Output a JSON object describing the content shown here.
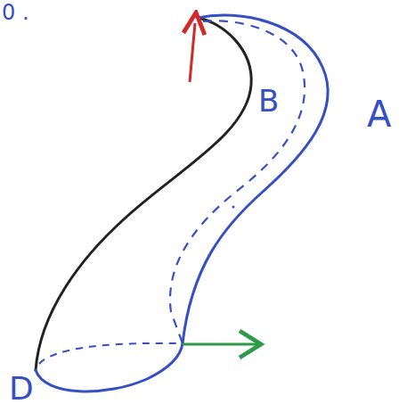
{
  "diagram": {
    "labels": [
      "0 .",
      "B",
      "A",
      "D"
    ]
  }
}
